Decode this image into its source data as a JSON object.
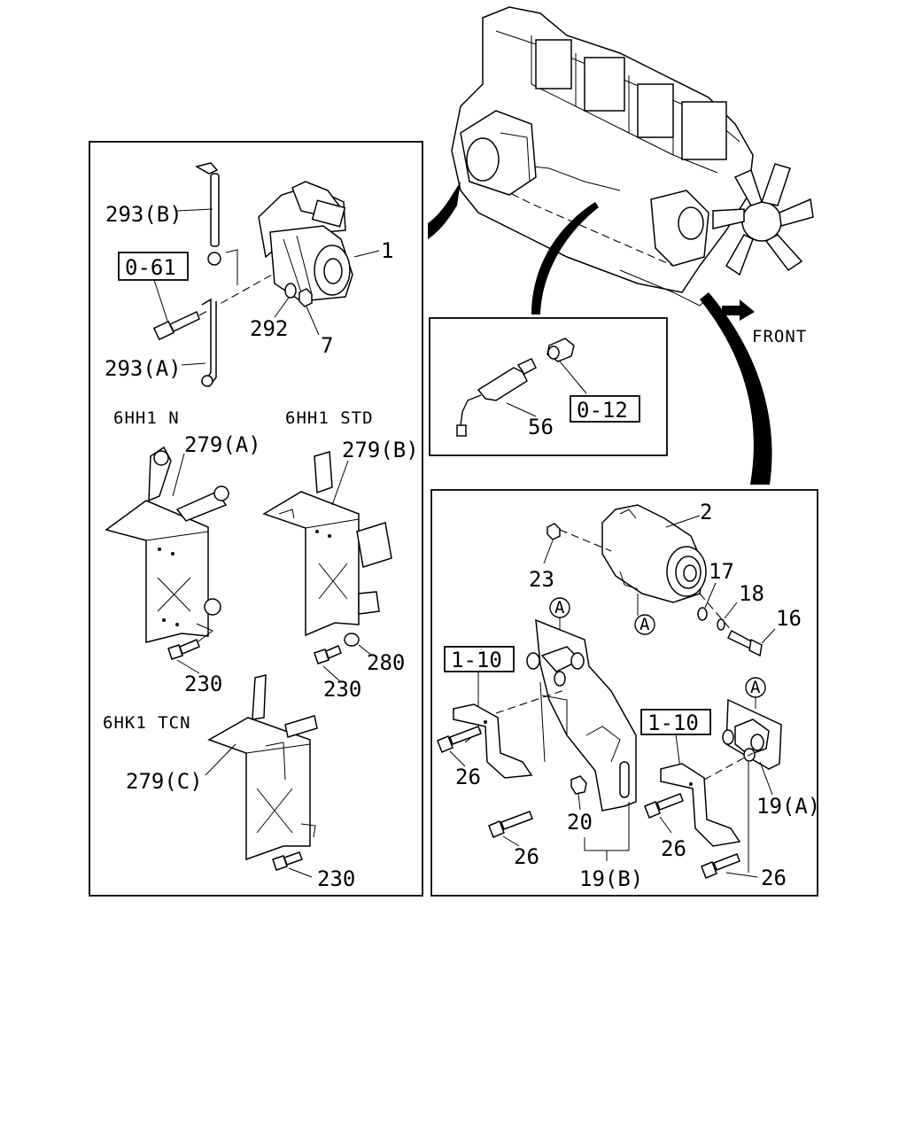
{
  "top_left": {
    "models": {
      "n": "6HH1 N",
      "std": "6HH1 STD",
      "tcn": "6HK1 TCN"
    },
    "labels": {
      "cable_b": "293(B)",
      "cable_a": "293(A)",
      "ref_box": "0-61",
      "starter": "1",
      "washer": "292",
      "nut": "7",
      "bracket_a": "279(A)",
      "bracket_b": "279(B)",
      "bracket_c": "279(C)",
      "bolt_n": "230",
      "bolt_std": "230",
      "bolt_tcn": "230",
      "washer_280": "280"
    }
  },
  "engine": {
    "front_label": "FRONT"
  },
  "sensor_box": {
    "sensor": "56",
    "ref_box": "0-12"
  },
  "alternator_box": {
    "labels": {
      "alternator": "2",
      "nut": "23",
      "washer_17": "17",
      "washer_18": "18",
      "bolt_16": "16",
      "ref_box_1": "1-10",
      "ref_box_2": "1-10",
      "bolt_26_a": "26",
      "bolt_26_b": "26",
      "bolt_26_c": "26",
      "bolt_26_d": "26",
      "bolt_20": "20",
      "bracket_19b": "19(B)",
      "bracket_19a": "19(A)",
      "marker_a1": "A",
      "marker_a2": "A",
      "marker_a3": "A"
    }
  }
}
